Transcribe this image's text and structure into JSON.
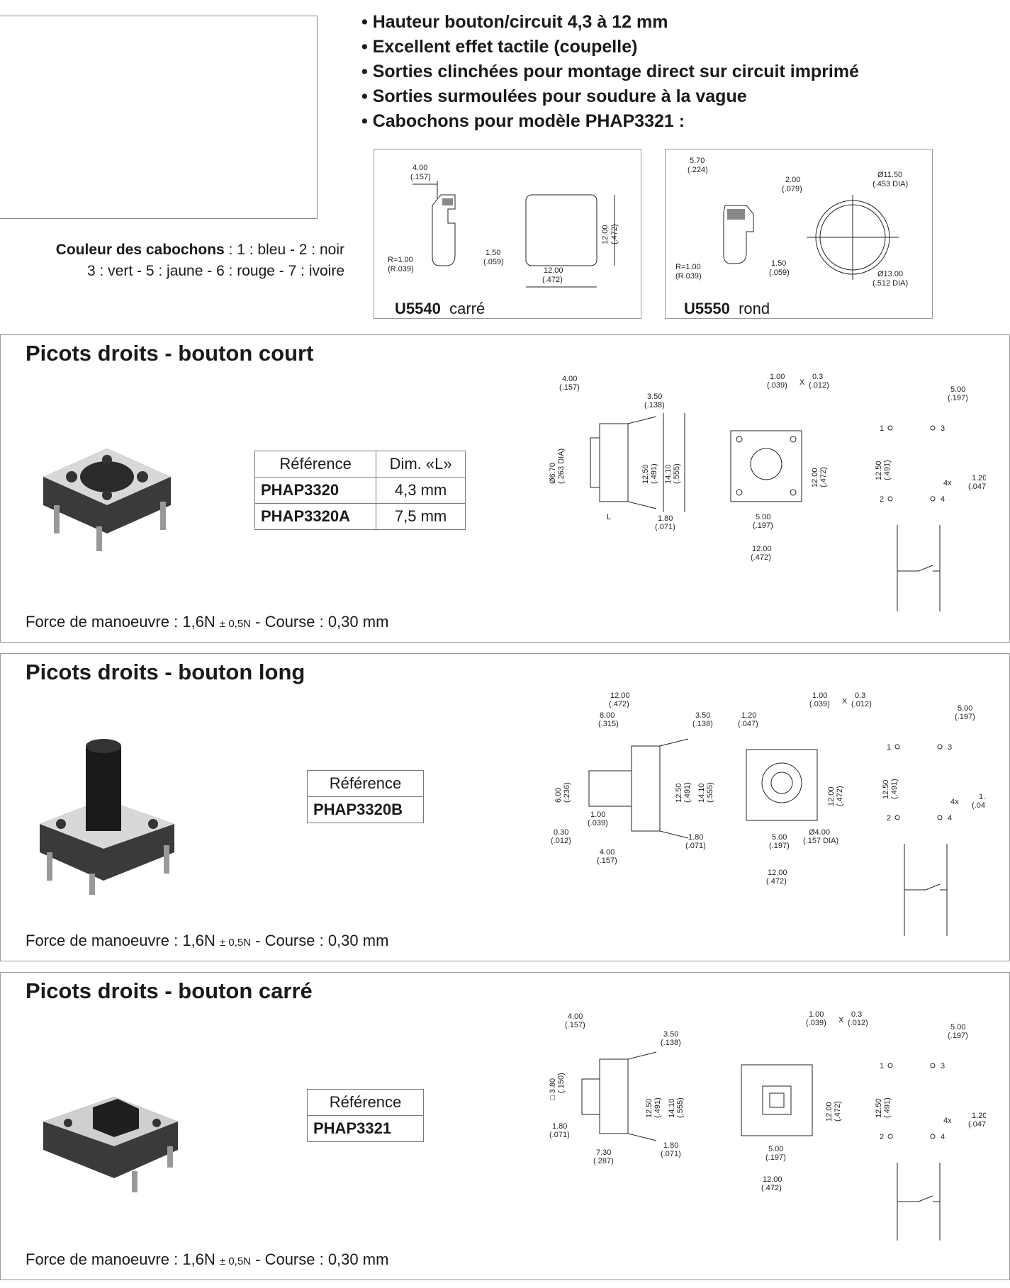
{
  "features": [
    "Hauteur bouton/circuit 4,3 à 12 mm",
    "Excellent effet tactile (coupelle)",
    "Sorties clinchées pour montage direct sur circuit imprimé",
    "Sorties surmoulées pour soudure à la vague",
    "Cabochons pour modèle PHAP3321 :"
  ],
  "colors": {
    "label": "Couleur des cabochons",
    "line1": " : 1 : bleu - 2 : noir",
    "line2": "3 : vert - 5 : jaune - 6 : rouge - 7 : ivoire"
  },
  "caps": [
    {
      "code": "U5540",
      "shape": "carré",
      "dims": {
        "a": "4.00",
        "a_in": "(.157)",
        "r": "R=1.00",
        "r_in": "(R.039)",
        "b": "1.50",
        "b_in": "(.059)",
        "w": "12.00",
        "w_in": "(.472)",
        "h": "12.00",
        "h_in": "(.472)"
      }
    },
    {
      "code": "U5550",
      "shape": "rond",
      "dims": {
        "a": "5.70",
        "a_in": "(.224)",
        "c": "2.00",
        "c_in": "(.079)",
        "r": "R=1.00",
        "r_in": "(R.039)",
        "b": "1.50",
        "b_in": "(.059)",
        "d1": "Ø11.50",
        "d1_in": "(.453 DIA)",
        "d2": "Ø13.00",
        "d2_in": "(.512 DIA)"
      }
    }
  ],
  "sections": [
    {
      "title": "Picots droits - bouton court",
      "table": {
        "headers": [
          "Référence",
          "Dim. «L»"
        ],
        "rows": [
          [
            "PHAP3320",
            "4,3 mm"
          ],
          [
            "PHAP3320A",
            "7,5 mm"
          ]
        ]
      },
      "force": {
        "pre": "Force de manoeuvre : 1,6N ",
        "tol": "± 0,5N",
        "post": " - Course : 0,30 mm"
      }
    },
    {
      "title": "Picots droits - bouton long",
      "table": {
        "headers": [
          "Référence"
        ],
        "rows": [
          [
            "PHAP3320B"
          ]
        ]
      },
      "force": {
        "pre": "Force de manoeuvre : 1,6N ",
        "tol": "± 0,5N",
        "post": " - Course : 0,30 mm"
      }
    },
    {
      "title": "Picots droits - bouton carré",
      "table": {
        "headers": [
          "Référence"
        ],
        "rows": [
          [
            "PHAP3321"
          ]
        ]
      },
      "force": {
        "pre": "Force de manoeuvre : 1,6N ",
        "tol": "± 0,5N",
        "post": " - Course : 0,30 mm"
      }
    }
  ],
  "drawings": {
    "d400": "4.00",
    "d400i": "(.157)",
    "d350": "3.50",
    "d350i": "(.138)",
    "d670": "Ø6.70",
    "d670i": "(.263 DIA)",
    "d1250": "12.50",
    "d1250i": "(.491)",
    "d1410": "14.10",
    "d1410i": "(.555)",
    "d180": "1.80",
    "d180i": "(.071)",
    "L": "L",
    "d100": "1.00",
    "d100i": "(.039)",
    "x": "X",
    "d03": "0.3",
    "d03i": "(.012)",
    "d1200": "12.00",
    "d1200i": "(.472)",
    "d500": "5.00",
    "d500i": "(.197)",
    "d120": "1.20",
    "d120i": "(.047)",
    "d4x": "4x",
    "d800": "8.00",
    "d800i": "(.315)",
    "d600": "6.00",
    "d600i": "(.236)",
    "d030": "0.30",
    "d030i": "(.012)",
    "d4dia": "Ø4.00",
    "d4diai": "(.157 DIA)",
    "d380": "□ 3.80",
    "d380i": "(.150)",
    "d730": "7.30",
    "d730i": "(.287)",
    "pin1": "1",
    "pin2": "2",
    "pin3": "3",
    "pin4": "4"
  }
}
